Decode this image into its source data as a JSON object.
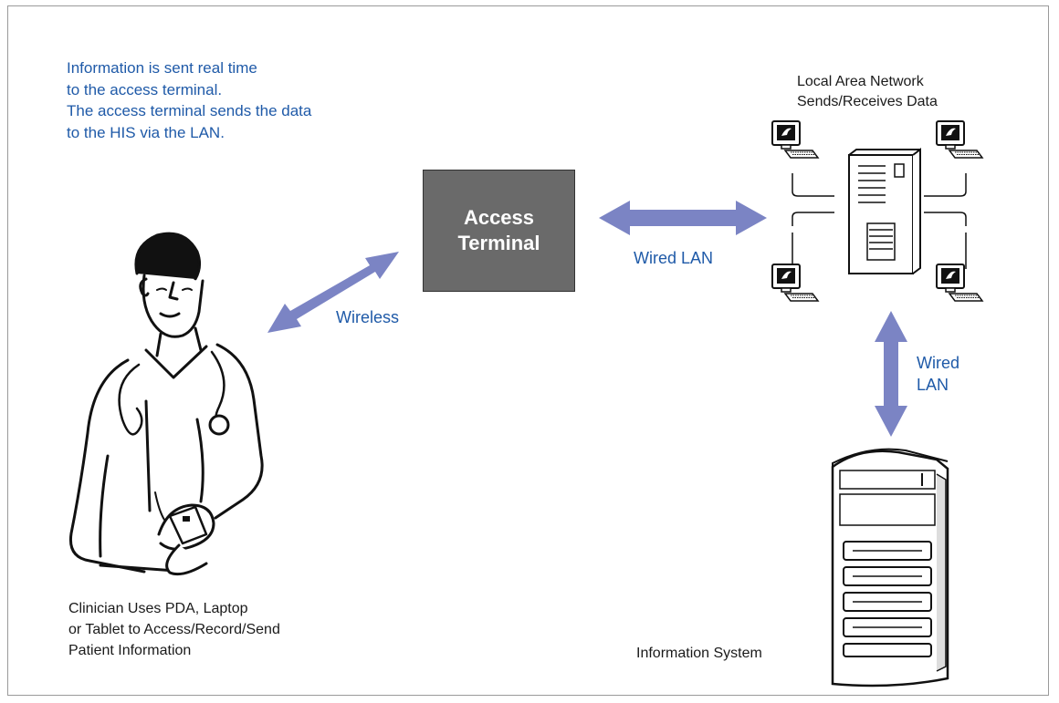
{
  "info_note": [
    "Information is sent real time",
    "to the access terminal.",
    "The access terminal sends the data",
    "to the HIS via the LAN."
  ],
  "lan_caption": [
    "Local Area Network",
    "Sends/Receives Data"
  ],
  "access_terminal": "Access\nTerminal",
  "wireless_label": "Wireless",
  "wired_lan_label": "Wired LAN",
  "wired_lan_vertical_label": "Wired\nLAN",
  "clinician_caption": [
    "Clinician Uses PDA, Laptop",
    "or Tablet to Access/Record/Send",
    "Patient Information"
  ],
  "system_caption": "Information System",
  "colors": {
    "text_blue": "#1f5aa8",
    "arrow": "#7b84c4",
    "terminal_box": "#6a6a6a"
  }
}
